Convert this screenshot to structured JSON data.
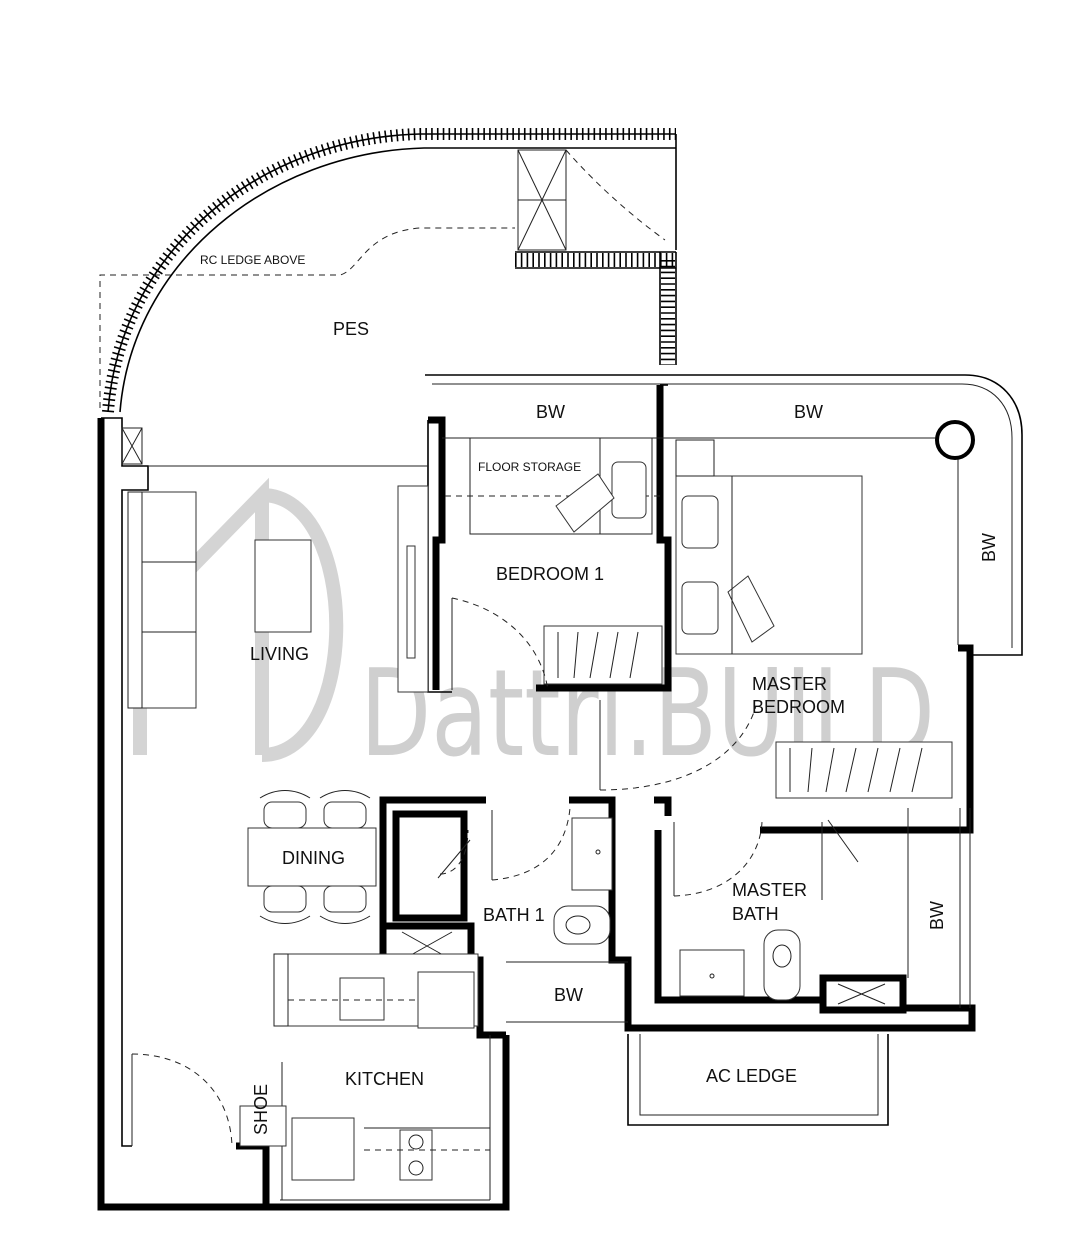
{
  "watermark": "Dattri.BUILD",
  "labels": {
    "rc_ledge": "RC LEDGE ABOVE",
    "pes": "PES",
    "bw_top_left": "BW",
    "bw_top_right": "BW",
    "bw_right": "BW",
    "bw_master_bath": "BW",
    "bw_bath1": "BW",
    "floor_storage": "FLOOR STORAGE",
    "bedroom1": "BEDROOM 1",
    "living": "LIVING",
    "master_bedroom_1": "MASTER",
    "master_bedroom_2": "BEDROOM",
    "dining": "DINING",
    "bath1": "BATH 1",
    "master_bath_1": "MASTER",
    "master_bath_2": "BATH",
    "kitchen": "KITCHEN",
    "shoe": "SHOE",
    "ac_ledge": "AC LEDGE"
  }
}
